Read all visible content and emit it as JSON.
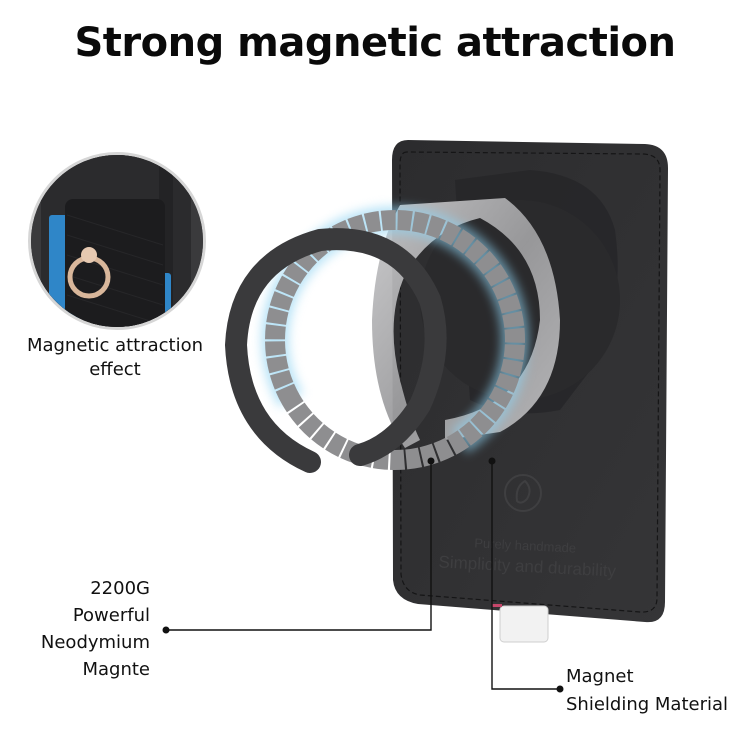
{
  "page": {
    "title": "Strong magnetic attraction"
  },
  "inset": {
    "caption_line1": "Magnetic attraction",
    "caption_line2": "effect",
    "colors": {
      "leather": "#1f1f21",
      "card_blue": "#2f86c8",
      "ring": "#d7b79a",
      "border": "#d6d6d6"
    }
  },
  "product": {
    "emboss_line1": "Purely handmade",
    "emboss_line2": "Simplicity and durability",
    "colors": {
      "card": "#303032",
      "stitch": "#1a1a1a",
      "shield_ring": "#3a3a3c",
      "steel_ring": "#a9a9ab",
      "magnet_segment": "#8e8e90",
      "glow": "#8fd3f2",
      "pull_tab": "#f2f2f2"
    }
  },
  "callouts": {
    "magnet": {
      "line1": "2200G",
      "line2": "Powerful",
      "line3": "Neodymium",
      "line4": "Magnte"
    },
    "shield": {
      "line1": "Magnet",
      "line2": "Shielding Material"
    }
  }
}
